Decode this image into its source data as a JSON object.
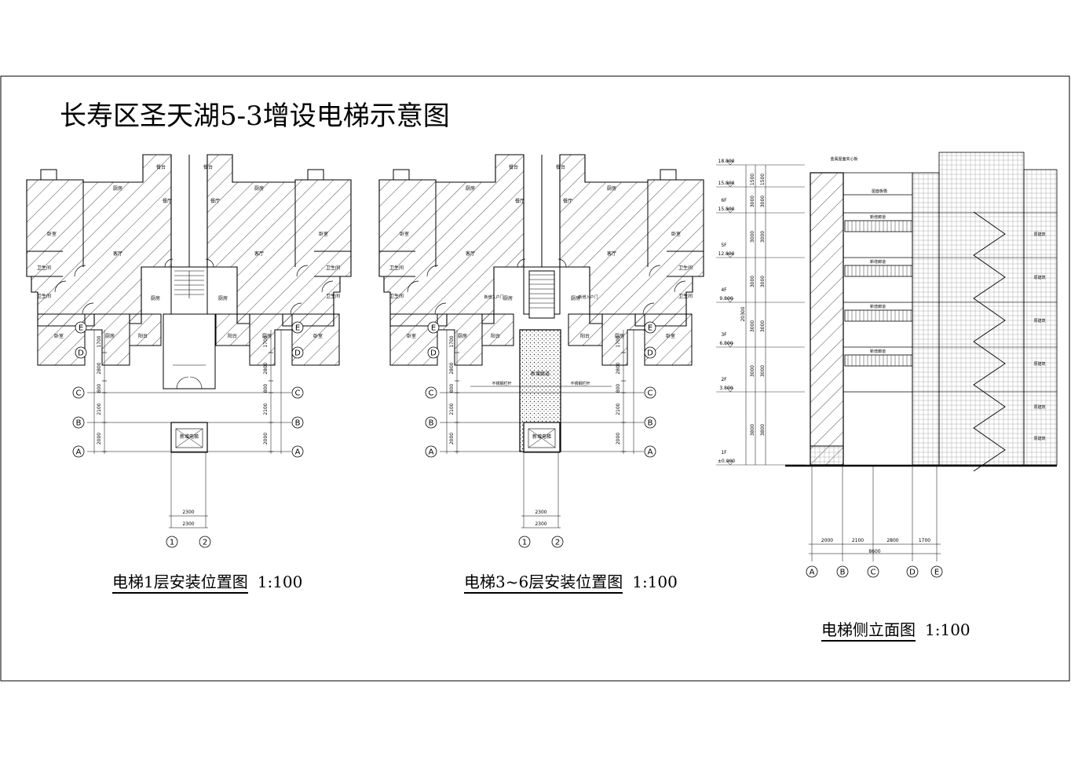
{
  "title": "长寿区圣天湖5-3增设电梯示意图",
  "drawings": [
    {
      "label": "电梯1层安装位置图",
      "scale": "1:100"
    },
    {
      "label": "电梯3~6层安装位置图",
      "scale": "1:100"
    },
    {
      "label": "电梯侧立面图",
      "scale": "1:100"
    }
  ],
  "plan_grid": {
    "axes_rows": [
      "A",
      "B",
      "C",
      "D",
      "E"
    ],
    "axes_cols": [
      "1",
      "2"
    ],
    "row_dims": [
      "2000",
      "2100",
      "800",
      "2800",
      "1700"
    ],
    "col_dims": [
      "2300",
      "2300"
    ]
  },
  "plan_rooms": [
    "厨房",
    "餐台",
    "阳台",
    "卧室",
    "餐厅",
    "客厅",
    "卫生间",
    "卧室",
    "厨房",
    "阳台",
    "卧室"
  ],
  "plan1_tags": {
    "elevator": "新增电梯"
  },
  "plan2_tags": {
    "elevator": "新增电梯",
    "corridor": "新增廊道",
    "entry": "新增入户门",
    "railing": "不锈钢栏杆"
  },
  "elevation": {
    "levels": [
      {
        "name": "",
        "elev": "18.800"
      },
      {
        "name": "",
        "elev": "15.800"
      },
      {
        "name": "6F",
        "elev": "15.800"
      },
      {
        "name": "5F",
        "elev": "12.800"
      },
      {
        "name": "4F",
        "elev": "9.800"
      },
      {
        "name": "3F",
        "elev": "6.800"
      },
      {
        "name": "2F",
        "elev": "3.800"
      },
      {
        "name": "1F",
        "elev": "±0.000"
      }
    ],
    "height_dims": [
      "1500",
      "3000",
      "3000",
      "3000",
      "3000",
      "3000",
      "3800"
    ],
    "total_height": "20300",
    "base_dims": [
      "2000",
      "2100",
      "2800",
      "1700"
    ],
    "base_total": "8600",
    "base_axes": [
      "A",
      "B",
      "C",
      "D",
      "E"
    ],
    "notes": {
      "top": "金属屋面夹心板",
      "roof": "屋面板檐",
      "corridor": "新增廊道",
      "existing": "原建筑"
    }
  }
}
